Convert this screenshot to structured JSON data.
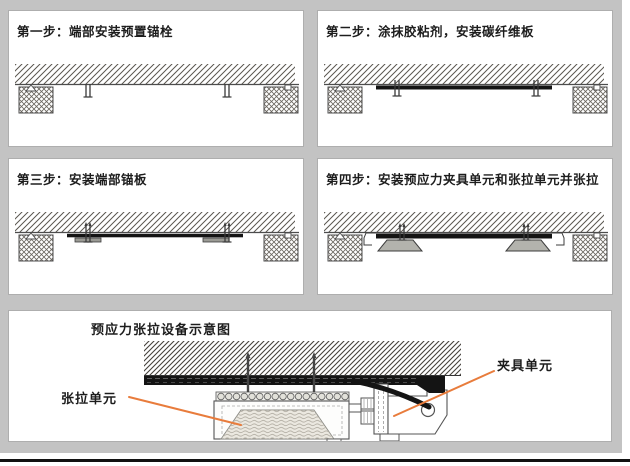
{
  "figure": {
    "steps": [
      {
        "id": "step1",
        "title": "第一步：端部安装预置锚栓"
      },
      {
        "id": "step2",
        "title": "第二步：涂抹胶粘剂，安装碳纤维板"
      },
      {
        "id": "step3",
        "title": "第三步：安装端部锚板"
      },
      {
        "id": "step4",
        "title": "第四步：安装预应力夹具单元和张拉单元并张拉"
      }
    ],
    "schematic": {
      "title": "预应力张拉设备示意图",
      "labels": {
        "tension_unit": "张拉单元",
        "clamp_unit": "夹具单元"
      }
    },
    "colors": {
      "leader_line": "#e87c3c",
      "background_gray": "#c3c3c3",
      "plate_black": "#141414"
    }
  }
}
